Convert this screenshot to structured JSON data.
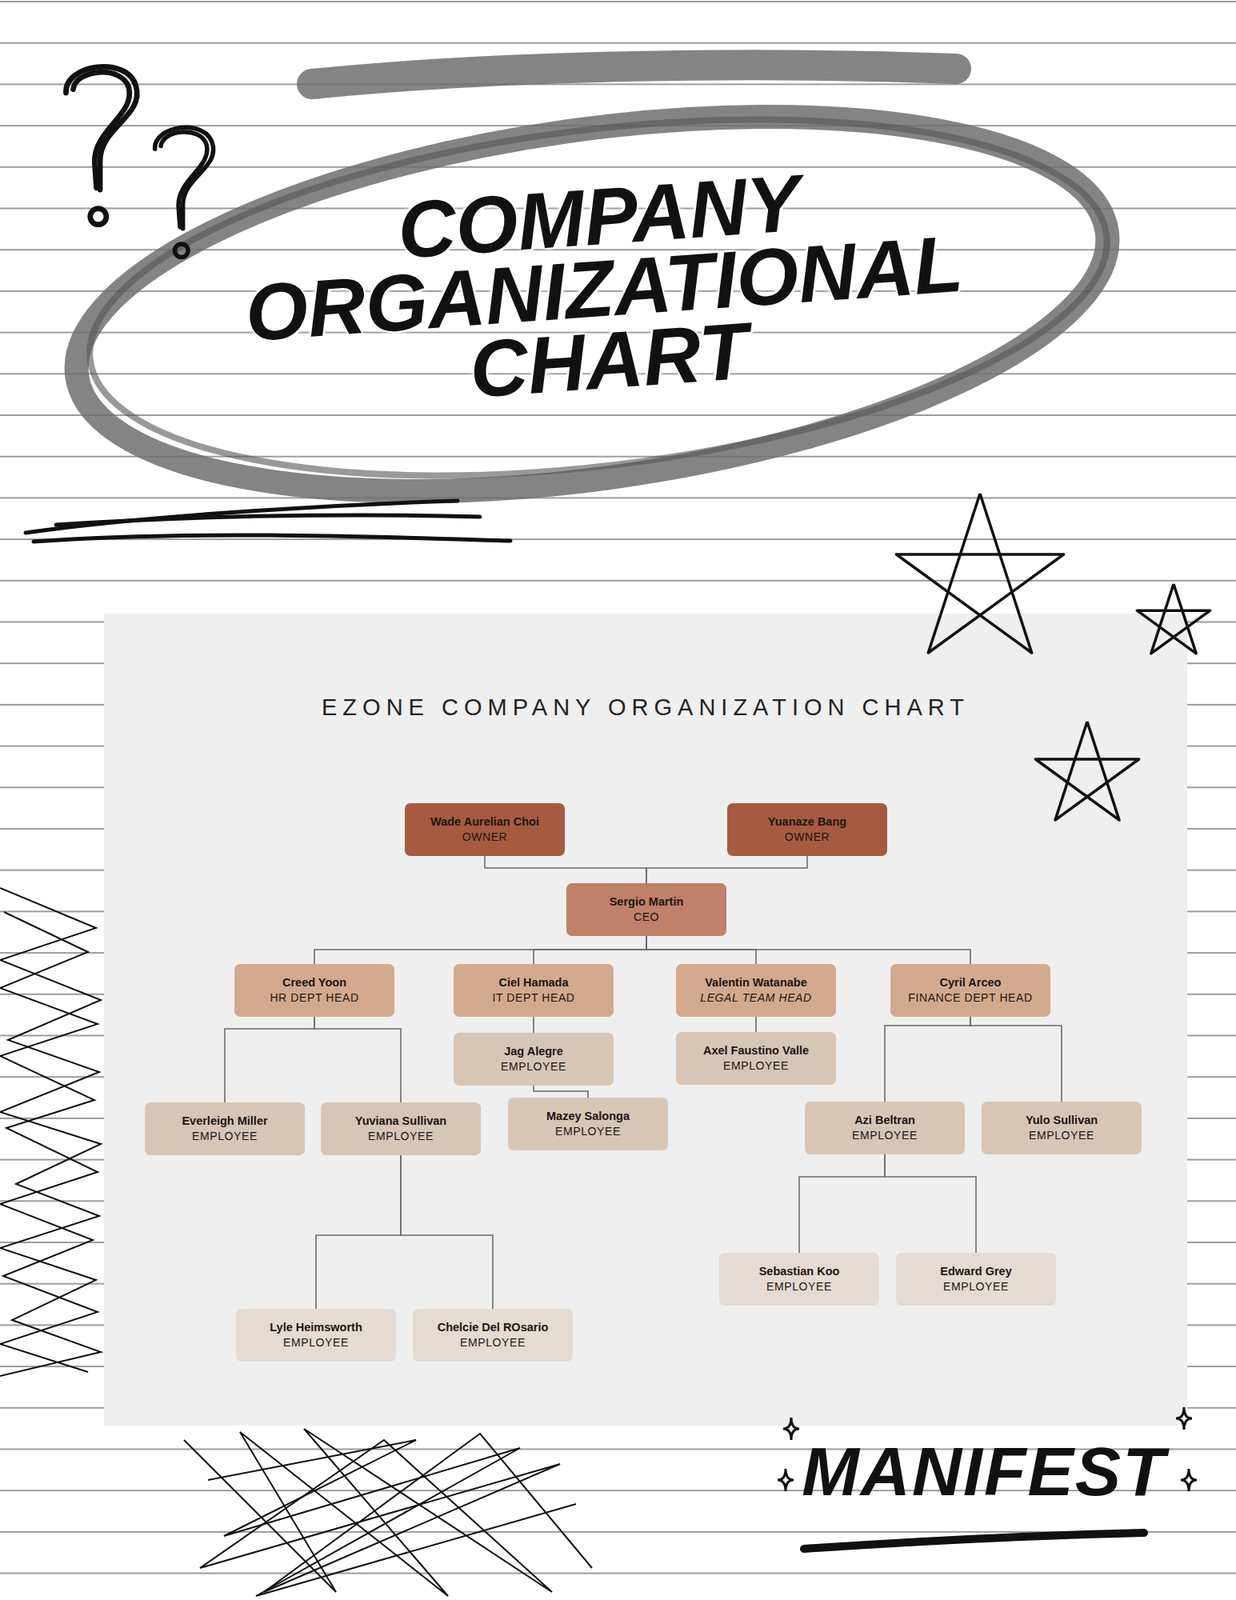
{
  "diagram": {
    "title": "COMPANY ORGANIZATIONAL CHART",
    "nodes": [
      {
        "text": [
          "Wade Aurelian Choi",
          "OWNER"
        ]
      },
      {
        "text": [
          "Yuanaze Bang",
          "OWNER"
        ]
      },
      {
        "text": [
          "Sergio Martin",
          "CEO"
        ]
      },
      {
        "text": [
          "Creed Yoon",
          "HR DEPT HEAD"
        ]
      },
      {
        "text": [
          "Ciel Hamada",
          "IT DEPT HEAD"
        ]
      },
      {
        "text": [
          "Valentin Watanabe",
          "LEGAL TEAM HEAD"
        ]
      },
      {
        "text": [
          "Cyril Arceo",
          "FINANCE DEPT HEAD"
        ]
      },
      {
        "text": [
          "Jag Alegre",
          "EMPLOYEE"
        ]
      },
      {
        "text": [
          "Axel Faustino Valle",
          "EMPLOYEE"
        ]
      },
      {
        "text": [
          "Everleigh Miller",
          "EMPLOYEE"
        ]
      },
      {
        "text": [
          "Yuviana Sullivan",
          "EMPLOYEE"
        ]
      },
      {
        "text": [
          "Mazey Salonga",
          "EMPLOYEE"
        ]
      },
      {
        "text": [
          "Azi Beltran",
          "EMPLOYEE"
        ]
      },
      {
        "text": [
          "Yulo Sullivan",
          "EMPLOYEE"
        ]
      },
      {
        "text": [
          "Sebastian Koo",
          "EMPLOYEE"
        ]
      },
      {
        "text": [
          "Edward Grey",
          "EMPLOYEE"
        ]
      },
      {
        "text": [
          "Lyle Heimsworth",
          "EMPLOYEE"
        ]
      },
      {
        "text": [
          "Chelcie Del ROsario",
          "EMPLOYEE"
        ]
      }
    ],
    "edges": [
      {
        "from": 0,
        "to": 2,
        "arrow": "none"
      },
      {
        "from": 1,
        "to": 2,
        "arrow": "none"
      },
      {
        "from": 2,
        "to": 3,
        "arrow": "none"
      },
      {
        "from": 2,
        "to": 4,
        "arrow": "none"
      },
      {
        "from": 2,
        "to": 5,
        "arrow": "none"
      },
      {
        "from": 2,
        "to": 6,
        "arrow": "none"
      },
      {
        "from": 3,
        "to": 9,
        "arrow": "none"
      },
      {
        "from": 3,
        "to": 10,
        "arrow": "none"
      },
      {
        "from": 4,
        "to": 7,
        "arrow": "none"
      },
      {
        "from": 7,
        "to": 11,
        "arrow": "none"
      },
      {
        "from": 5,
        "to": 8,
        "arrow": "none"
      },
      {
        "from": 6,
        "to": 12,
        "arrow": "none"
      },
      {
        "from": 6,
        "to": 13,
        "arrow": "none"
      },
      {
        "from": 10,
        "to": 16,
        "arrow": "none"
      },
      {
        "from": 10,
        "to": 17,
        "arrow": "none"
      },
      {
        "from": 12,
        "to": 14,
        "arrow": "none"
      },
      {
        "from": 12,
        "to": 15,
        "arrow": "none"
      }
    ],
    "labels": [
      "EZONE COMPANY ORGANIZATION CHART",
      "MANIFEST"
    ]
  }
}
